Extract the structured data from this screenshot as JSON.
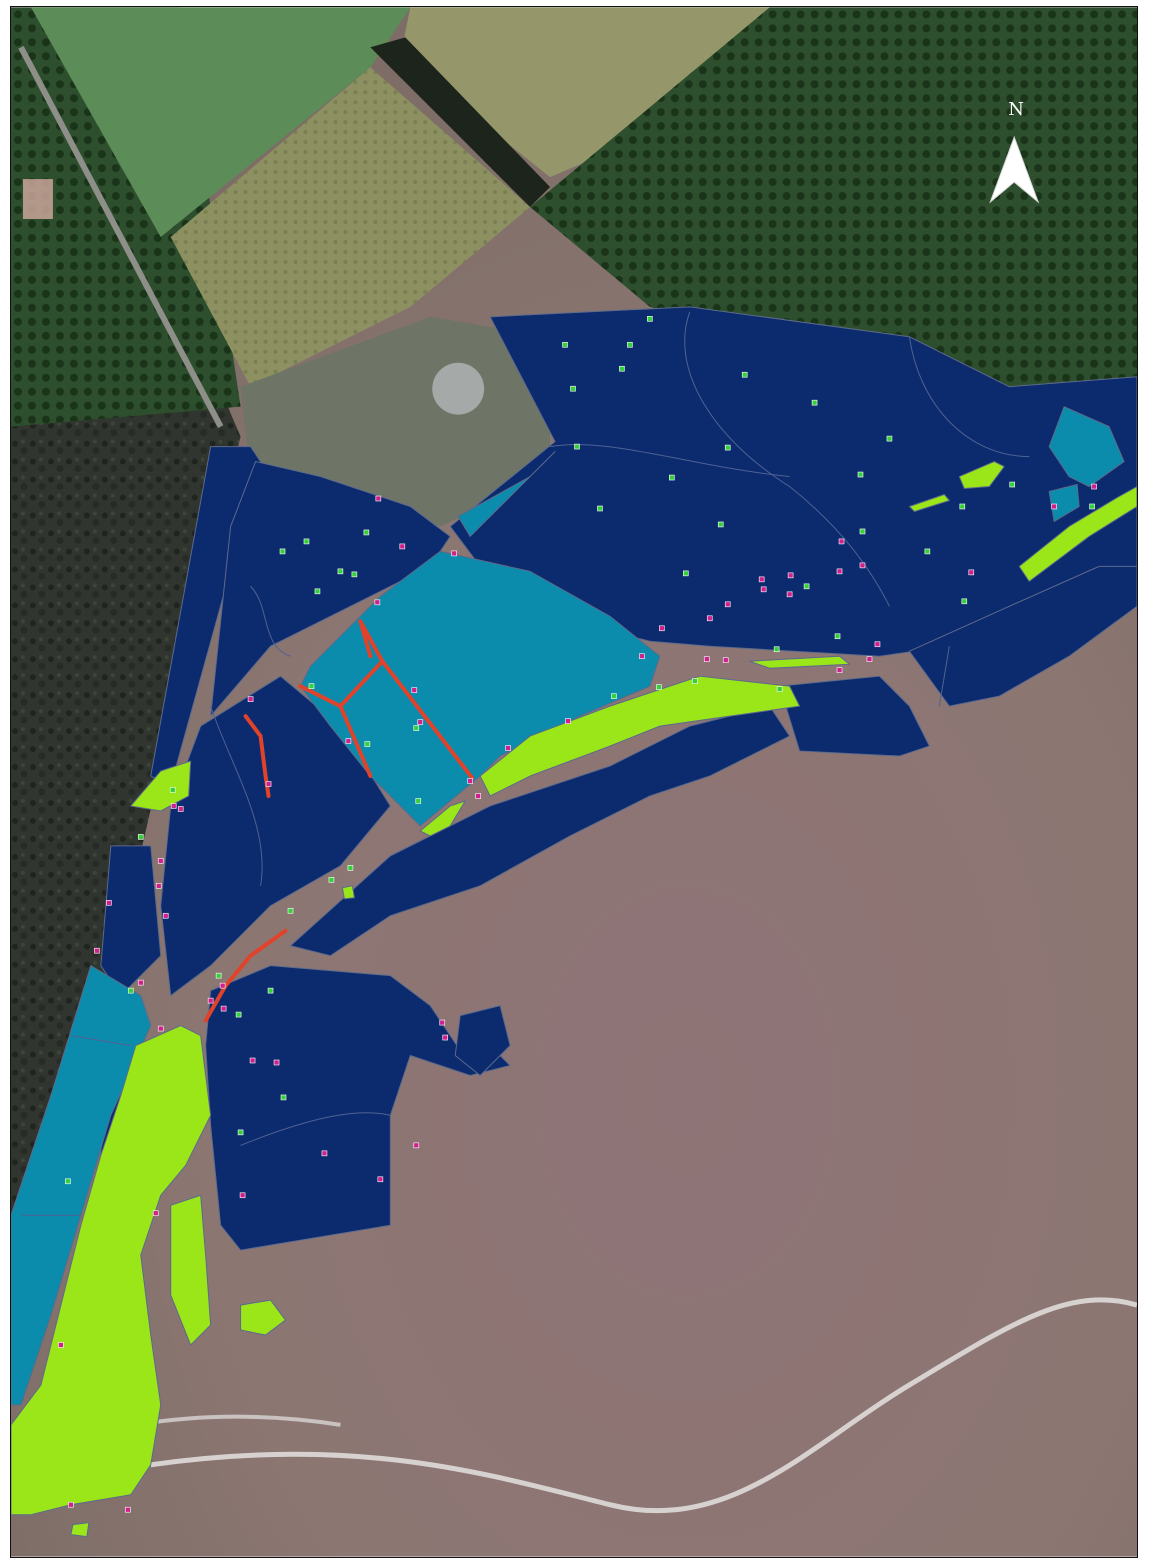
{
  "map": {
    "north_label": "N",
    "colors": {
      "class_dark_blue": "#0c2a6e",
      "class_teal": "#0b8cad",
      "class_lime": "#9be619",
      "channel_red": "#e0432a",
      "point_green": "#35d03a",
      "point_magenta": "#d0208c",
      "imagery_orchard": "#2a4a2a",
      "imagery_field": "#8a8f5a",
      "imagery_bare": "#8e7378",
      "imagery_forest": "#2b312b"
    },
    "symbols": {
      "north_arrow": "north-arrow-icon",
      "green_marker": "green-square-marker",
      "magenta_marker": "magenta-square-marker"
    }
  }
}
